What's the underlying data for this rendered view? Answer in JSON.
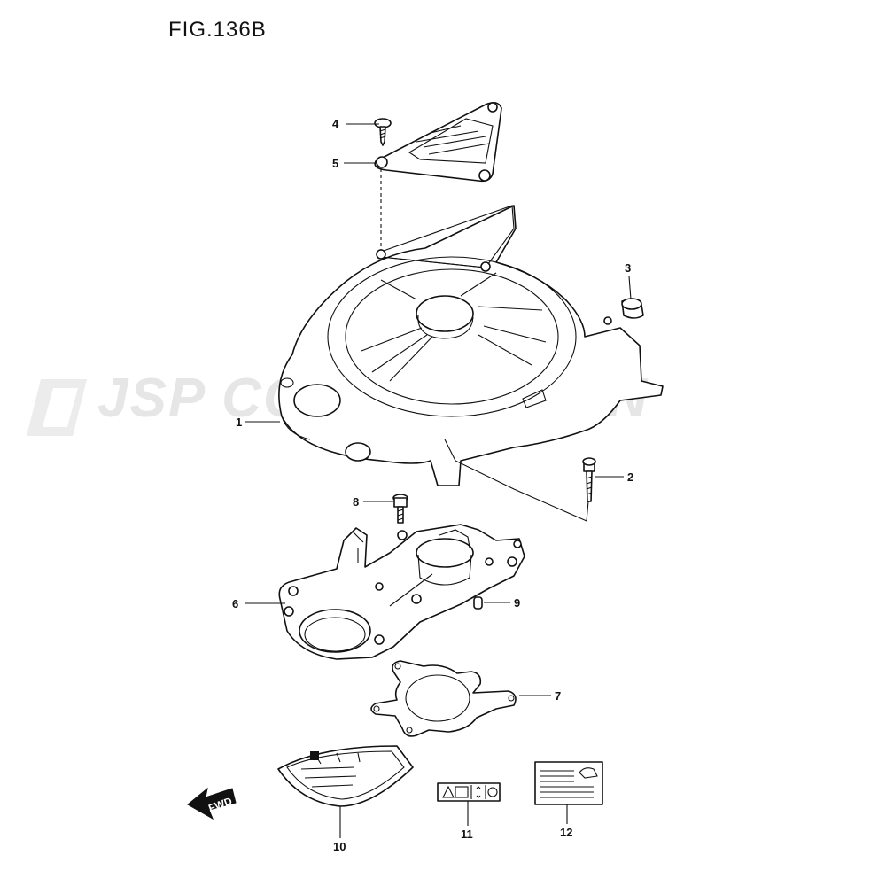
{
  "figure": {
    "title": "FIG.136B",
    "watermark": "JSP CORPORATION",
    "fwd_label": "FWD"
  },
  "callouts": [
    {
      "id": "1",
      "label": "1"
    },
    {
      "id": "2",
      "label": "2"
    },
    {
      "id": "3",
      "label": "3"
    },
    {
      "id": "4",
      "label": "4"
    },
    {
      "id": "5",
      "label": "5"
    },
    {
      "id": "6",
      "label": "6"
    },
    {
      "id": "7",
      "label": "7"
    },
    {
      "id": "8",
      "label": "8"
    },
    {
      "id": "9",
      "label": "9"
    },
    {
      "id": "10",
      "label": "10"
    },
    {
      "id": "11",
      "label": "11"
    },
    {
      "id": "12",
      "label": "12"
    }
  ]
}
